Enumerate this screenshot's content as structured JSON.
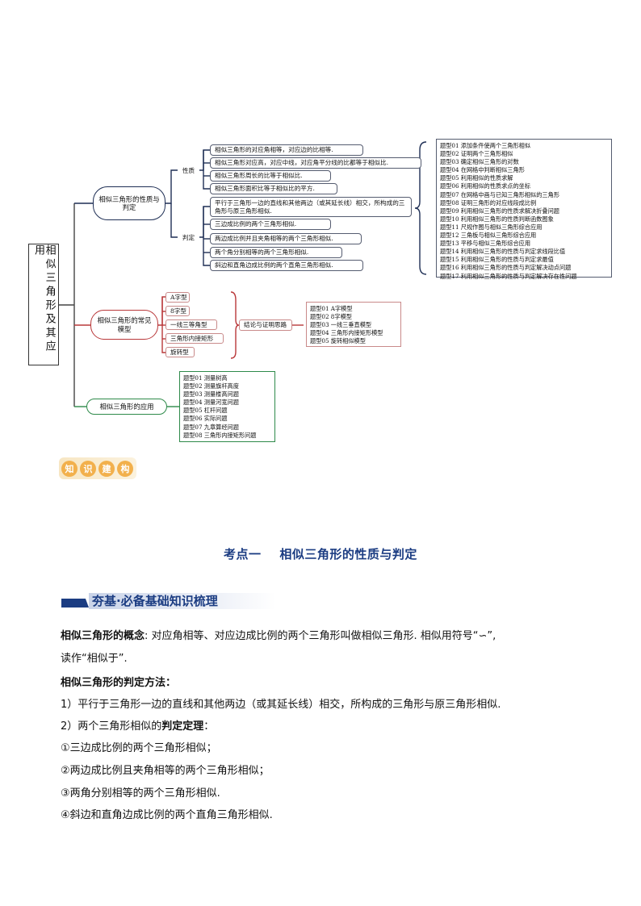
{
  "mindmap": {
    "root": "相似三角形及其应用",
    "branch1": {
      "label": "相似三角形的性质与判定",
      "sub_property": "性质",
      "properties": [
        "相似三角形的对应角相等，对应边的比相等.",
        "相似三角形对应高，对应中线，对应角平分线的比都等于相似比.",
        "相似三角形周长的比等于相似比.",
        "相似三角形面积比等于相似比的平方."
      ],
      "sub_criteria": "判定",
      "criteria": [
        "平行于三角形一边的直线和其他两边（或其延长线）相交，所构成的三角形与原三角形相似.",
        "三边成比例的两个三角形相似.",
        "两边成比例并且夹角相等的两个三角形相似.",
        "两个角分别相等的两个三角形相似.",
        "斜边和直角边成比例的两个直角三角形相似."
      ],
      "questions": [
        "题型01  添加条件使两个三角形相似",
        "题型02  证明两个三角形相似",
        "题型03  确定相似三角形的对数",
        "题型04  在网格中判断相似三角形",
        "题型05  利用相似的性质求解",
        "题型06  利用相似的性质求点的坐标",
        "题型07  在网格中画与已知三角形相似的三角形",
        "题型08  证明三角形的对应线段成比例",
        "题型09  利用相似三角形的性质求解决折叠问题",
        "题型10  利用相似三角形的性质判断函数图象",
        "题型11  尺规作图与相似三角形综合应用",
        "题型12  三角板与相似三角形综合应用",
        "题型13  平移与相似三角形综合应用",
        "题型14  利用相似三角形的性质与判定求线段比值",
        "题型15  利用相似三角形的性质与判定求最值",
        "题型16  利用相似三角形的性质与判定解决动点问题",
        "题型17  利用相似三角形的性质与判定解决存在性问题"
      ]
    },
    "branch2": {
      "label": "相似三角形的常见模型",
      "models": [
        "A字型",
        "8字型",
        "一线三等角型",
        "三角形内接矩形",
        "旋转型"
      ],
      "conclusion": "结论与证明思路",
      "questions": [
        "题型01  A字模型",
        "题型02  8字模型",
        "题型03  一线三垂直模型",
        "题型04  三角形内接矩形模型",
        "题型05  旋转相似模型"
      ]
    },
    "branch3": {
      "label": "相似三角形的应用",
      "questions": [
        "题型01  测量树高",
        "题型02  测量旗杆高度",
        "题型03  测量楼高问题",
        "题型04  测量河宽问题",
        "题型05  杠杆问题",
        "题型06  实际问题",
        "题型07  九章算经问题",
        "题型08  三角形内接矩形问题"
      ]
    }
  },
  "badge": [
    "知",
    "识",
    "建",
    "构"
  ],
  "section_title": "考点一    相似三角形的性质与判定",
  "section_subtitle": "夯基·必备基础知识梳理",
  "content": {
    "concept_label": "相似三角形的概念",
    "concept_text": ": 对应角相等、对应边成比例的两个三角形叫做相似三角形. 相似用符号“∽”,",
    "concept_text2": "读作“相似于”.",
    "methods_label": "相似三角形的判定方法",
    "methods_colon": "：",
    "method1": "1）平行于三角形一边的直线和其他两边（或其延长线）相交，所构成的三角形与原三角形相似.",
    "method2_prefix": "2）两个三角形相似的",
    "method2_bold": "判定定理",
    "method2_suffix": "：",
    "items": [
      "①三边成比例的两个三角形相似；",
      "②两边成比例且夹角相等的两个三角形相似；",
      "③两角分别相等的两个三角形相似.",
      "④斜边和直角边成比例的两个直角三角形相似."
    ]
  }
}
